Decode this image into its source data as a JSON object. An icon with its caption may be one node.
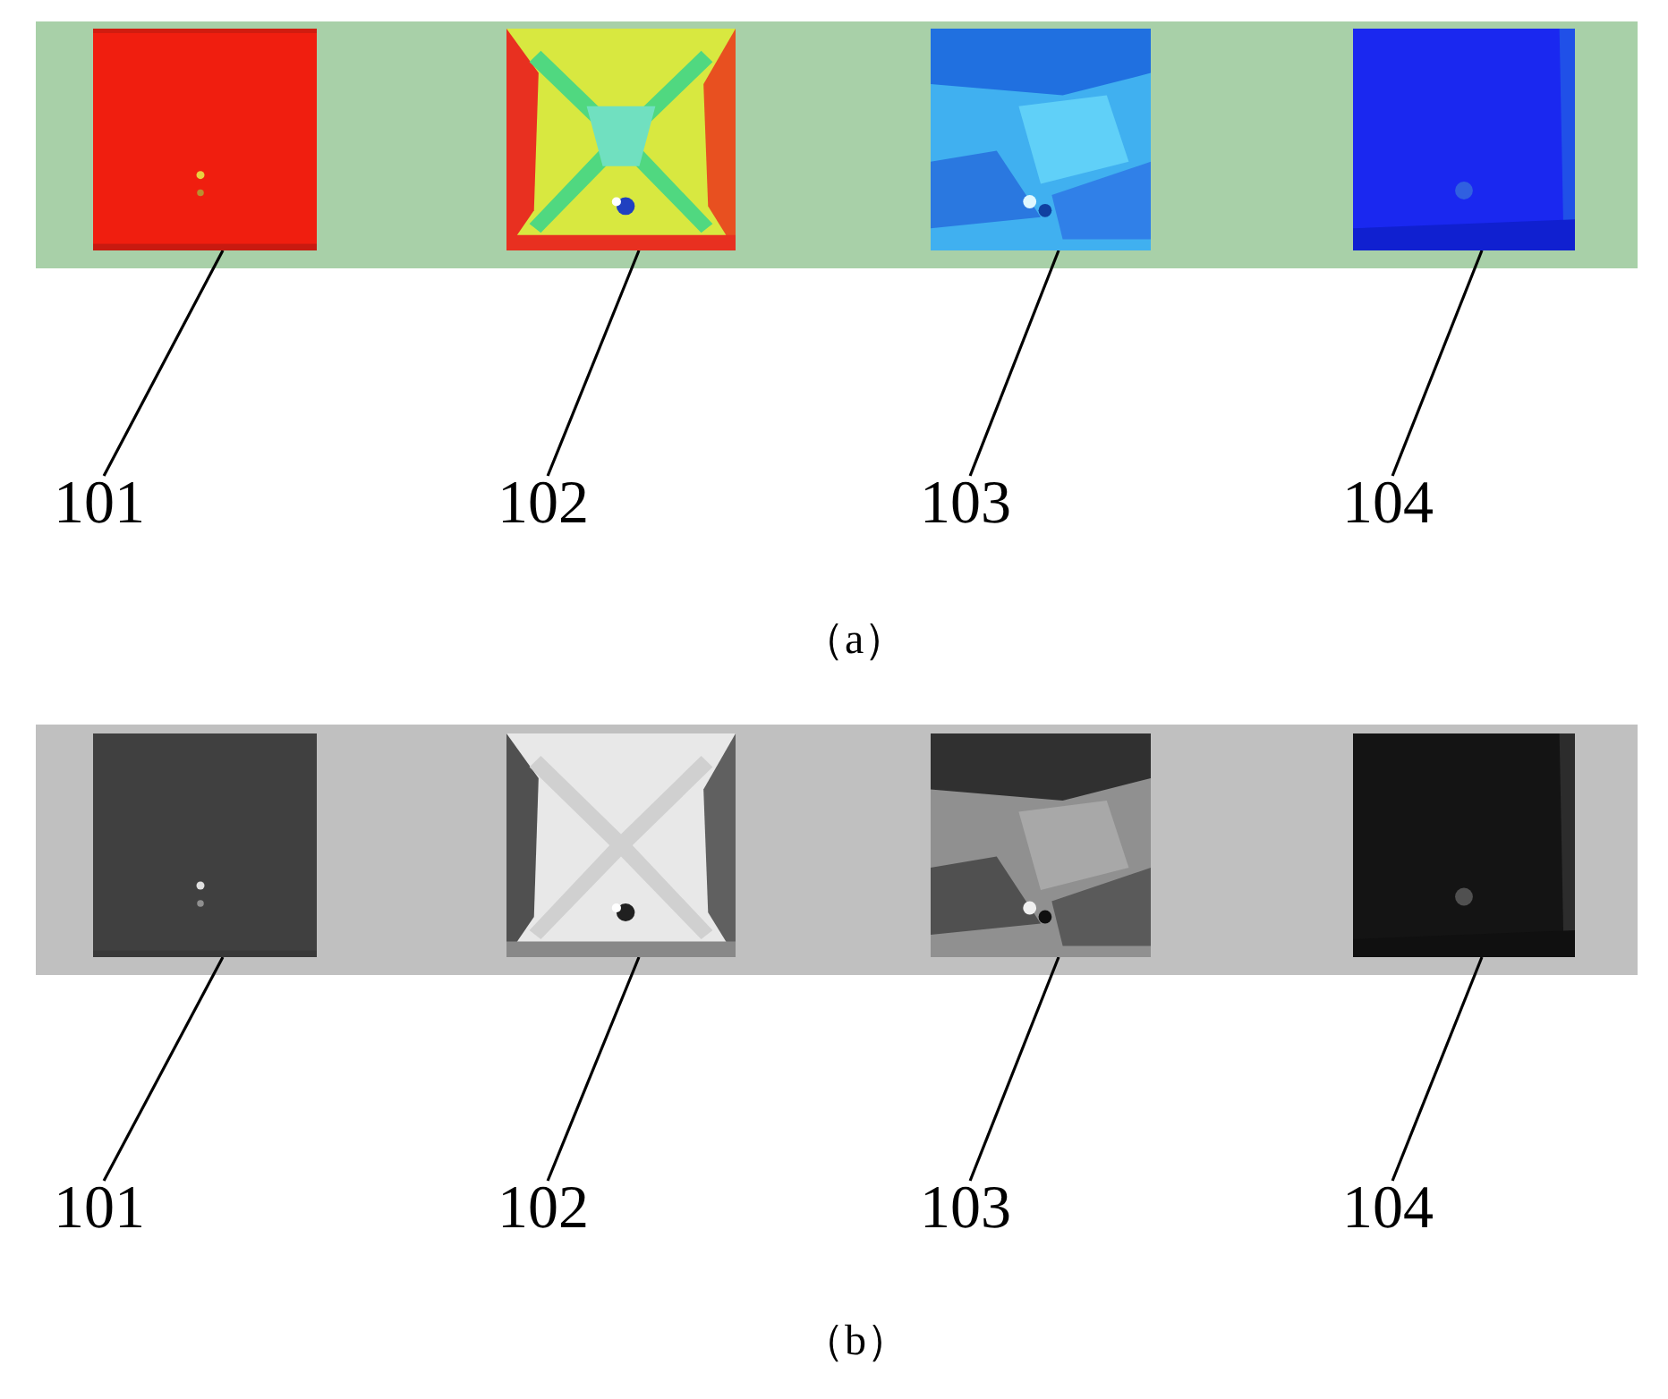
{
  "diagram": {
    "nodes": [
      {
        "text": [],
        "shape": "picture"
      },
      {
        "text": [],
        "shape": "picture"
      },
      {
        "text": [],
        "shape": "picture"
      },
      {
        "text": [],
        "shape": "picture"
      },
      {
        "text": [
          "101"
        ]
      },
      {
        "text": [
          "102"
        ]
      },
      {
        "text": [
          "103"
        ]
      },
      {
        "text": [
          "104"
        ]
      },
      {
        "text": [],
        "shape": "picture"
      },
      {
        "text": [],
        "shape": "picture"
      },
      {
        "text": [],
        "shape": "picture"
      },
      {
        "text": [],
        "shape": "picture"
      },
      {
        "text": [
          "101"
        ]
      },
      {
        "text": [
          "102"
        ]
      },
      {
        "text": [
          "103"
        ]
      },
      {
        "text": [
          "104"
        ]
      }
    ],
    "edges": [
      {
        "from": 4,
        "to": 0,
        "arrow": "none"
      },
      {
        "from": 5,
        "to": 1,
        "arrow": "none"
      },
      {
        "from": 6,
        "to": 2,
        "arrow": "none"
      },
      {
        "from": 7,
        "to": 3,
        "arrow": "none"
      },
      {
        "from": 12,
        "to": 8,
        "arrow": "none"
      },
      {
        "from": 13,
        "to": 9,
        "arrow": "none"
      },
      {
        "from": 14,
        "to": 10,
        "arrow": "none"
      },
      {
        "from": 15,
        "to": 11,
        "arrow": "none"
      }
    ],
    "labels": [
      "（a）",
      "（b）"
    ]
  }
}
